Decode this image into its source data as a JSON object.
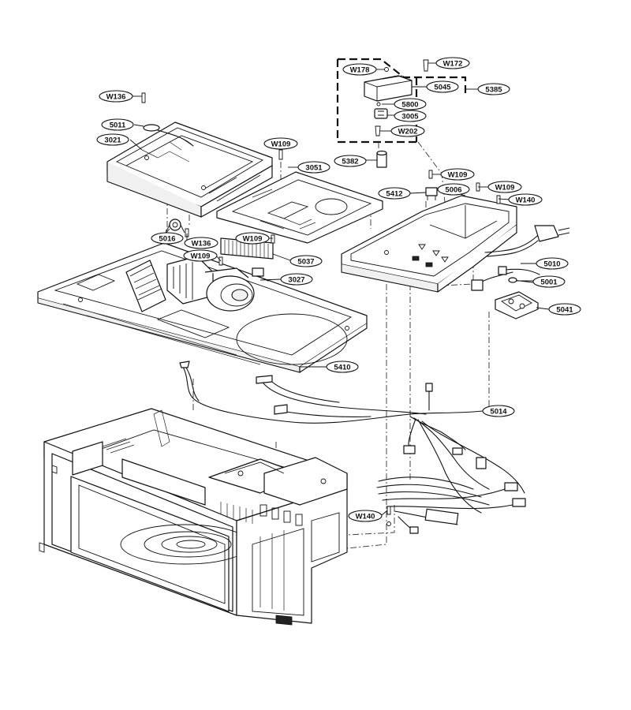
{
  "labels": {
    "w172": "W172",
    "w178": "W178",
    "p5045": "5045",
    "p5385": "5385",
    "p5800": "5800",
    "p3005": "3005",
    "w202": "W202",
    "p5382": "5382",
    "w136a": "W136",
    "p5011": "5011",
    "p3021": "3021",
    "w109a": "W109",
    "p3051": "3051",
    "w109b": "W109",
    "w109c": "W109",
    "p5412": "5412",
    "p5006": "5006",
    "w140a": "W140",
    "p5016": "5016",
    "w136b": "W136",
    "w109d": "W109",
    "w109e": "W109",
    "p5037": "5037",
    "p5010": "5010",
    "p3027": "3027",
    "p5001": "5001",
    "p5041": "5041",
    "p5410": "5410",
    "p5014": "5014",
    "w140b": "W140"
  }
}
